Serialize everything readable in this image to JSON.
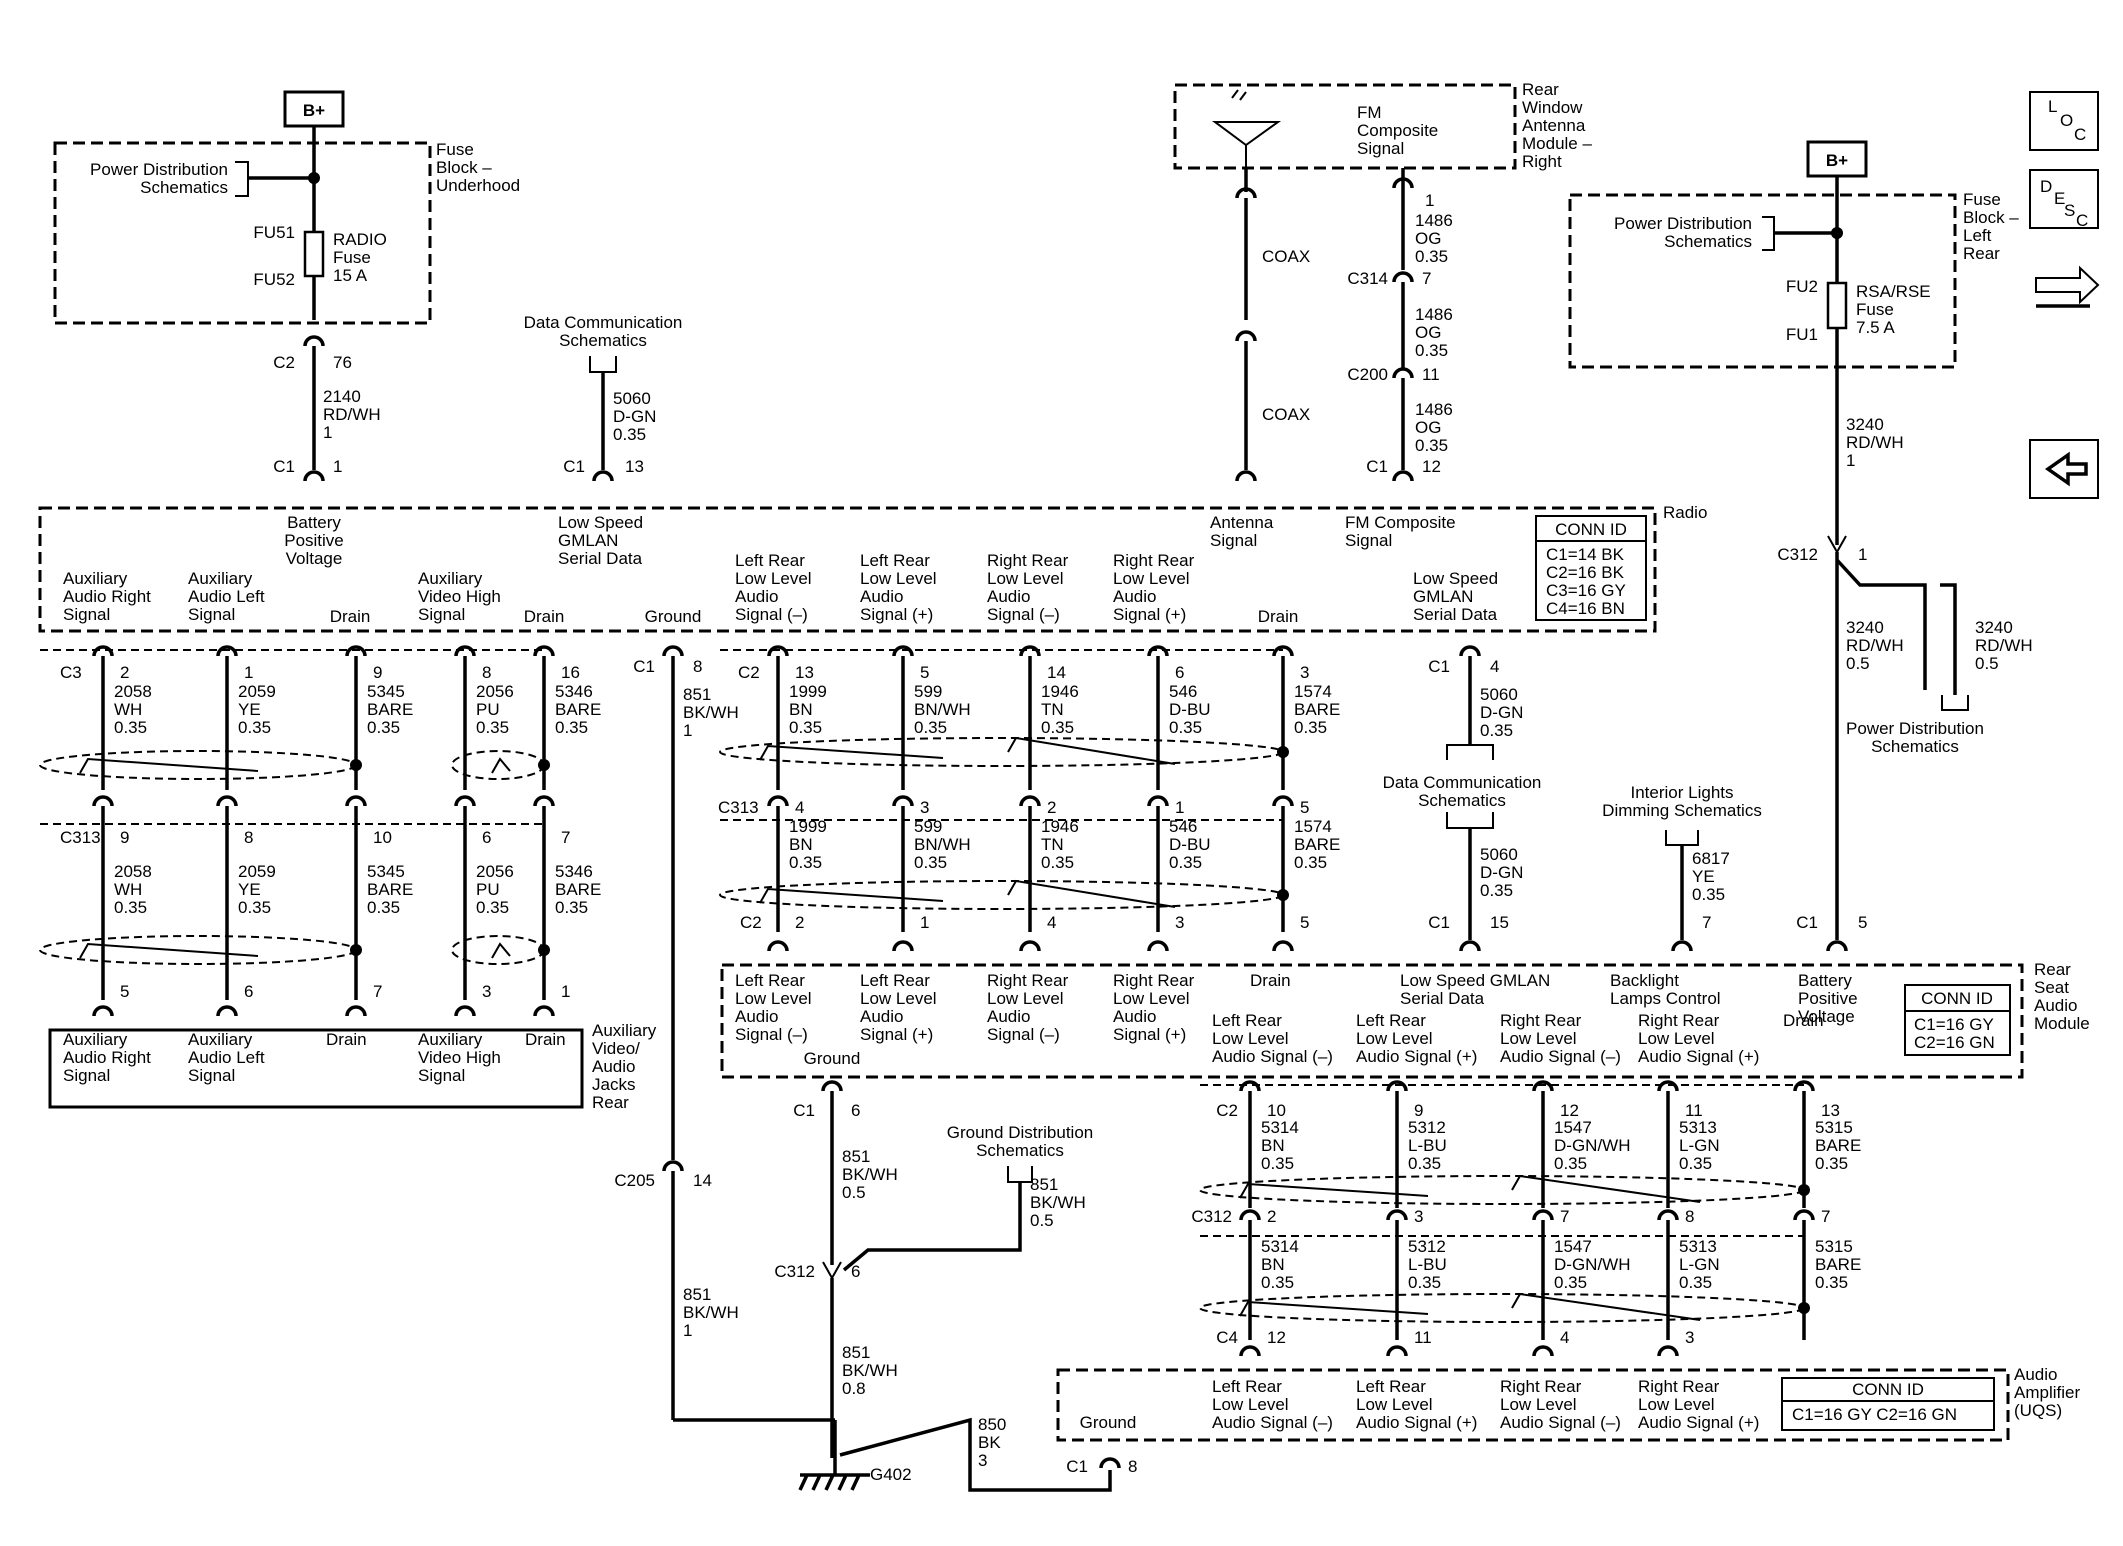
{
  "nav": {
    "loc": "LOC",
    "desc": "DESC",
    "back_icon": "arrow-left-icon",
    "connector_icon": "connector-tool-icon"
  },
  "fuse_underhood": {
    "battery": "B+",
    "pds": [
      "Power Distribution",
      "Schematics"
    ],
    "block": [
      "Fuse",
      "Block –",
      "Underhood"
    ],
    "fuse_name": [
      "RADIO",
      "Fuse",
      "15 A"
    ],
    "pin_top": "FU51",
    "pin_bottom": "FU52",
    "conn": "C2",
    "pin": "76",
    "wire": [
      "2140",
      "RD/WH",
      "1"
    ]
  },
  "fuse_leftrear": {
    "battery": "B+",
    "pds": [
      "Power Distribution",
      "Schematics"
    ],
    "block": [
      "Fuse",
      "Block –",
      "Left",
      "Rear"
    ],
    "fuse_name": [
      "RSA/RSE",
      "Fuse",
      "7.5 A"
    ],
    "pin_top": "FU2",
    "pin_bottom": "FU1",
    "wire": [
      "3240",
      "RD/WH",
      "1"
    ],
    "splice": "C312",
    "splice_pin": "1",
    "wire_a": [
      "3240",
      "RD/WH",
      "0.5"
    ],
    "wire_b": [
      "3240",
      "RD/WH",
      "0.5"
    ],
    "pds2": [
      "Power Distribution",
      "Schematics"
    ]
  },
  "antenna": {
    "fm": [
      "FM",
      "Composite",
      "Signal"
    ],
    "module": [
      "Rear",
      "Window",
      "Antenna",
      "Module –",
      "Right"
    ],
    "coax": "COAX",
    "pins": [
      {
        "pin": "1",
        "wire": [
          "1486",
          "OG",
          "0.35"
        ]
      },
      {
        "conn": "C314",
        "pin": "7",
        "wire": [
          "1486",
          "OG",
          "0.35"
        ]
      },
      {
        "conn": "C200",
        "pin": "11",
        "wire": [
          "1486",
          "OG",
          "0.35"
        ]
      }
    ],
    "c1": "C1",
    "c1_pin": "12"
  },
  "data_comm_top": {
    "label": [
      "Data Communication",
      "Schematics"
    ],
    "wire": [
      "5060",
      "D-GN",
      "0.35"
    ],
    "conn": "C1",
    "pin": "13"
  },
  "radio": {
    "name": "Radio",
    "c1_battery": {
      "conn": "C1",
      "pin": "1"
    },
    "labels": {
      "battery": [
        "Battery",
        "Positive",
        "Voltage"
      ],
      "lsgmlan": [
        "Low Speed",
        "GMLAN",
        "Serial Data"
      ],
      "antenna": [
        "Antenna",
        "Signal"
      ],
      "fmcomp": [
        "FM Composite",
        "Signal"
      ],
      "aux_r": [
        "Auxiliary",
        "Audio Right",
        "Signal"
      ],
      "aux_l": [
        "Auxiliary",
        "Audio Left",
        "Signal"
      ],
      "drain1": "Drain",
      "vid": [
        "Auxiliary",
        "Video High",
        "Signal"
      ],
      "drain2": "Drain",
      "ground": "Ground",
      "lr_neg": [
        "Left Rear",
        "Low Level",
        "Audio",
        "Signal (–)"
      ],
      "lr_pos": [
        "Left Rear",
        "Low Level",
        "Audio",
        "Signal (+)"
      ],
      "rr_neg": [
        "Right Rear",
        "Low Level",
        "Audio",
        "Signal (–)"
      ],
      "rr_pos": [
        "Right Rear",
        "Low Level",
        "Audio",
        "Signal (+)"
      ],
      "drain3": "Drain",
      "lsgmlan2": [
        "Low Speed",
        "GMLAN",
        "Serial Data"
      ]
    },
    "conn_id": {
      "title": "CONN ID",
      "rows": [
        "C1=14 BK",
        "C2=16 BK",
        "C3=16 GY",
        "C4=16 BN"
      ]
    }
  },
  "radio_pins_left": {
    "conn_c3": "C3",
    "conn_c313": "C313",
    "cols": [
      {
        "p1": "2",
        "w1": [
          "2058",
          "WH",
          "0.35"
        ],
        "p2": "9",
        "w2": [
          "2058",
          "WH",
          "0.35"
        ],
        "p3": "5"
      },
      {
        "p1": "1",
        "w1": [
          "2059",
          "YE",
          "0.35"
        ],
        "p2": "8",
        "w2": [
          "2059",
          "YE",
          "0.35"
        ],
        "p3": "6"
      },
      {
        "p1": "9",
        "w1": [
          "5345",
          "BARE",
          "0.35"
        ],
        "p2": "10",
        "w2": [
          "5345",
          "BARE",
          "0.35"
        ],
        "p3": "7"
      },
      {
        "p1": "8",
        "w1": [
          "2056",
          "PU",
          "0.35"
        ],
        "p2": "6",
        "w2": [
          "2056",
          "PU",
          "0.35"
        ],
        "p3": "3"
      },
      {
        "p1": "16",
        "w1": [
          "5346",
          "BARE",
          "0.35"
        ],
        "p2": "7",
        "w2": [
          "5346",
          "BARE",
          "0.35"
        ],
        "p3": "1"
      }
    ]
  },
  "aux_jacks": {
    "name": [
      "Auxiliary",
      "Video/",
      "Audio",
      "Jacks",
      "Rear"
    ],
    "labels": [
      [
        "Auxiliary",
        "Audio Right",
        "Signal"
      ],
      [
        "Auxiliary",
        "Audio Left",
        "Signal"
      ],
      [
        "Drain"
      ],
      [
        "Auxiliary",
        "Video High",
        "Signal"
      ],
      [
        "Drain"
      ]
    ]
  },
  "ground_radio": {
    "conn": "C1",
    "pin": "8",
    "wire": [
      "851",
      "BK/WH",
      "1"
    ],
    "c205": "C205",
    "c205_pin": "14",
    "wire2": [
      "851",
      "BK/WH",
      "1"
    ]
  },
  "radio_pins_mid": {
    "conn_c2": "C2",
    "conn_c313": "C313",
    "conn_c2b": "C2",
    "cols": [
      {
        "p1": "13",
        "w1": [
          "1999",
          "BN",
          "0.35"
        ],
        "p2": "4",
        "w2": [
          "1999",
          "BN",
          "0.35"
        ],
        "p3": "2"
      },
      {
        "p1": "5",
        "w1": [
          "599",
          "BN/WH",
          "0.35"
        ],
        "p2": "3",
        "w2": [
          "599",
          "BN/WH",
          "0.35"
        ],
        "p3": "1"
      },
      {
        "p1": "14",
        "w1": [
          "1946",
          "TN",
          "0.35"
        ],
        "p2": "2",
        "w2": [
          "1946",
          "TN",
          "0.35"
        ],
        "p3": "4"
      },
      {
        "p1": "6",
        "w1": [
          "546",
          "D-BU",
          "0.35"
        ],
        "p2": "1",
        "w2": [
          "546",
          "D-BU",
          "0.35"
        ],
        "p3": "3"
      },
      {
        "p1": "3",
        "w1": [
          "1574",
          "BARE",
          "0.35"
        ],
        "p2": "5",
        "w2": [
          "1574",
          "BARE",
          "0.35"
        ],
        "p3": "5"
      }
    ]
  },
  "gmlan_right": {
    "conn": "C1",
    "pin": "4",
    "wire": [
      "5060",
      "D-GN",
      "0.35"
    ],
    "dc": [
      "Data Communication",
      "Schematics"
    ],
    "wire2": [
      "5060",
      "D-GN",
      "0.35"
    ],
    "conn2": "C1",
    "pin2": "15"
  },
  "interior": {
    "label": [
      "Interior Lights",
      "Dimming Schematics"
    ],
    "wire": [
      "6817",
      "YE",
      "0.35"
    ],
    "pin": "7"
  },
  "rsa_batt": {
    "conn": "C1",
    "pin": "5"
  },
  "rsa": {
    "name": [
      "Rear",
      "Seat",
      "Audio",
      "Module"
    ],
    "labels_top": [
      [
        "Left Rear",
        "Low Level",
        "Audio",
        "Signal (–)"
      ],
      [
        "Left Rear",
        "Low Level",
        "Audio",
        "Signal (+)"
      ],
      [
        "Right Rear",
        "Low Level",
        "Audio",
        "Signal (–)"
      ],
      [
        "Right Rear",
        "Low Level",
        "Audio",
        "Signal (+)"
      ],
      [
        "Drain"
      ],
      [
        "Low Speed GMLAN",
        "Serial Data"
      ],
      [
        "Backlight",
        "Lamps Control"
      ],
      [
        "Battery",
        "Positive",
        "Voltage"
      ]
    ],
    "ground": "Ground",
    "labels_bottom": [
      [
        "Left Rear",
        "Low Level",
        "Audio Signal (–)"
      ],
      [
        "Left Rear",
        "Low Level",
        "Audio Signal (+)"
      ],
      [
        "Right Rear",
        "Low Level",
        "Audio Signal (–)"
      ],
      [
        "Right Rear",
        "Low Level",
        "Audio Signal (+)"
      ],
      [
        "Drain"
      ]
    ],
    "conn_id": {
      "title": "CONN ID",
      "rows": [
        "C1=16 GY",
        "C2=16 GN"
      ]
    }
  },
  "rsa_ground": {
    "conn": "C1",
    "pin": "6",
    "wire": [
      "851",
      "BK/WH",
      "0.5"
    ],
    "gds": [
      "Ground Distribution",
      "Schematics"
    ],
    "wire_b": [
      "851",
      "BK/WH",
      "0.5"
    ],
    "splice": "C312",
    "splice_pin": "6",
    "wire2": [
      "851",
      "BK/WH",
      "0.8"
    ],
    "ground_id": "G402",
    "amp_wire": [
      "850",
      "BK",
      "3"
    ]
  },
  "rsa_out": {
    "conn_c2": "C2",
    "conn_c312": "C312",
    "conn_c4": "C4",
    "cols": [
      {
        "p1": "10",
        "w1": [
          "5314",
          "BN",
          "0.35"
        ],
        "p2": "2",
        "w2": [
          "5314",
          "BN",
          "0.35"
        ],
        "p3": "12"
      },
      {
        "p1": "9",
        "w1": [
          "5312",
          "L-BU",
          "0.35"
        ],
        "p2": "3",
        "w2": [
          "5312",
          "L-BU",
          "0.35"
        ],
        "p3": "11"
      },
      {
        "p1": "12",
        "w1": [
          "1547",
          "D-GN/WH",
          "0.35"
        ],
        "p2": "7",
        "w2": [
          "1547",
          "D-GN/WH",
          "0.35"
        ],
        "p3": "4"
      },
      {
        "p1": "11",
        "w1": [
          "5313",
          "L-GN",
          "0.35"
        ],
        "p2": "8",
        "w2": [
          "5313",
          "L-GN",
          "0.35"
        ],
        "p3": "3"
      },
      {
        "p1": "13",
        "w1": [
          "5315",
          "BARE",
          "0.35"
        ],
        "p2": "7",
        "w2": [
          "5315",
          "BARE",
          "0.35"
        ],
        "p3": ""
      }
    ]
  },
  "amp": {
    "name": [
      "Audio",
      "Amplifier",
      "(UQS)"
    ],
    "ground": "Ground",
    "conn": "C1",
    "pin": "8",
    "labels": [
      [
        "Left Rear",
        "Low Level",
        "Audio Signal (–)"
      ],
      [
        "Left Rear",
        "Low Level",
        "Audio Signal (+)"
      ],
      [
        "Right Rear",
        "Low Level",
        "Audio Signal (–)"
      ],
      [
        "Right Rear",
        "Low Level",
        "Audio Signal (+)"
      ]
    ],
    "conn_id": {
      "title": "CONN ID",
      "rows": [
        "C1=16 GY   C2=16 GN"
      ]
    }
  }
}
